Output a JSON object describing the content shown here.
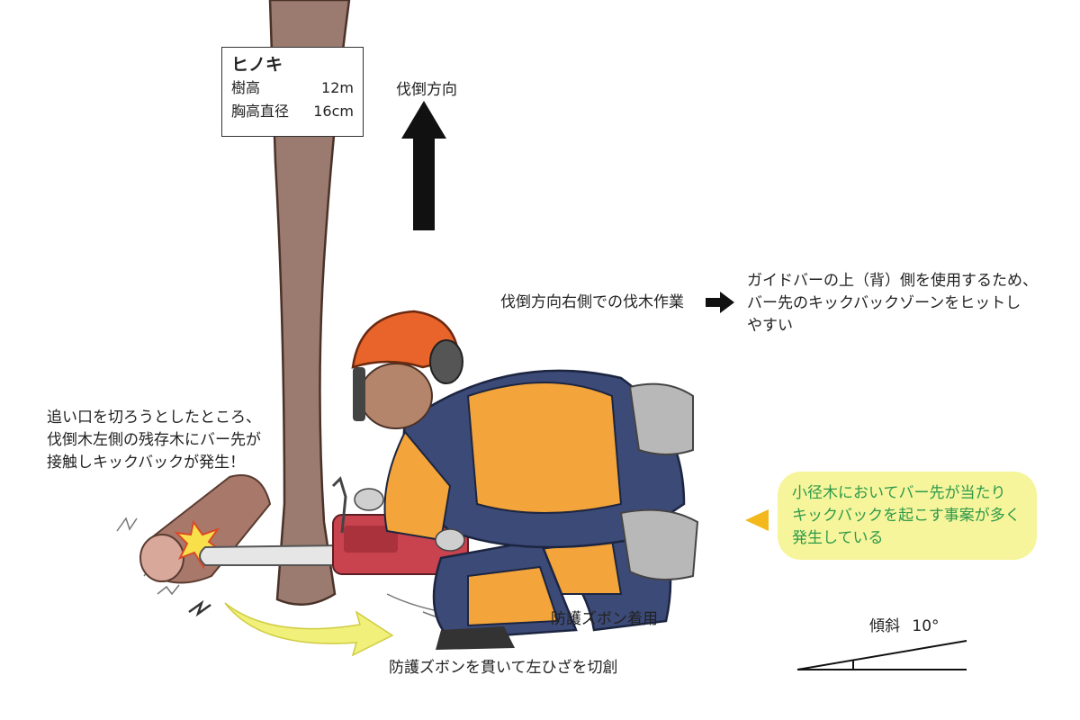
{
  "tree_box": {
    "title": "ヒノキ",
    "rows": [
      {
        "label": "樹高",
        "value": "12m"
      },
      {
        "label": "胸高直径",
        "value": "16cm"
      }
    ]
  },
  "felling_direction": "伐倒方向",
  "right_side_work": "伐倒方向右側での伐木作業",
  "guidebar_note": [
    "ガイドバーの上（背）側を使用するため、",
    "バー先のキックバックゾーンをヒットし",
    "やすい"
  ],
  "kickback_event": [
    "追い口を切ろうとしたところ、",
    "伐倒木左側の残存木にバー先が",
    "接触しキックバックが発生！"
  ],
  "callout": [
    "小径木においてバー先が当たり",
    "キックバックを起こす事案が多く",
    "発生している"
  ],
  "protective_pants": "防護ズボン着用",
  "injury": "防護ズボンを貫いて左ひざを切創",
  "slope_label": "傾斜",
  "slope_value": "10°",
  "colors": {
    "helmet": "#e8642a",
    "jacket_orange": "#f3a43a",
    "jacket_navy": "#3c4a78",
    "saw_red": "#c8434e",
    "bubble_bg": "#f6f59b",
    "bubble_text": "#2f9a4a",
    "motion_arrow": "#f0f07a",
    "callout_pointer": "#f2b81c",
    "trunk": "#9b7b6f"
  }
}
